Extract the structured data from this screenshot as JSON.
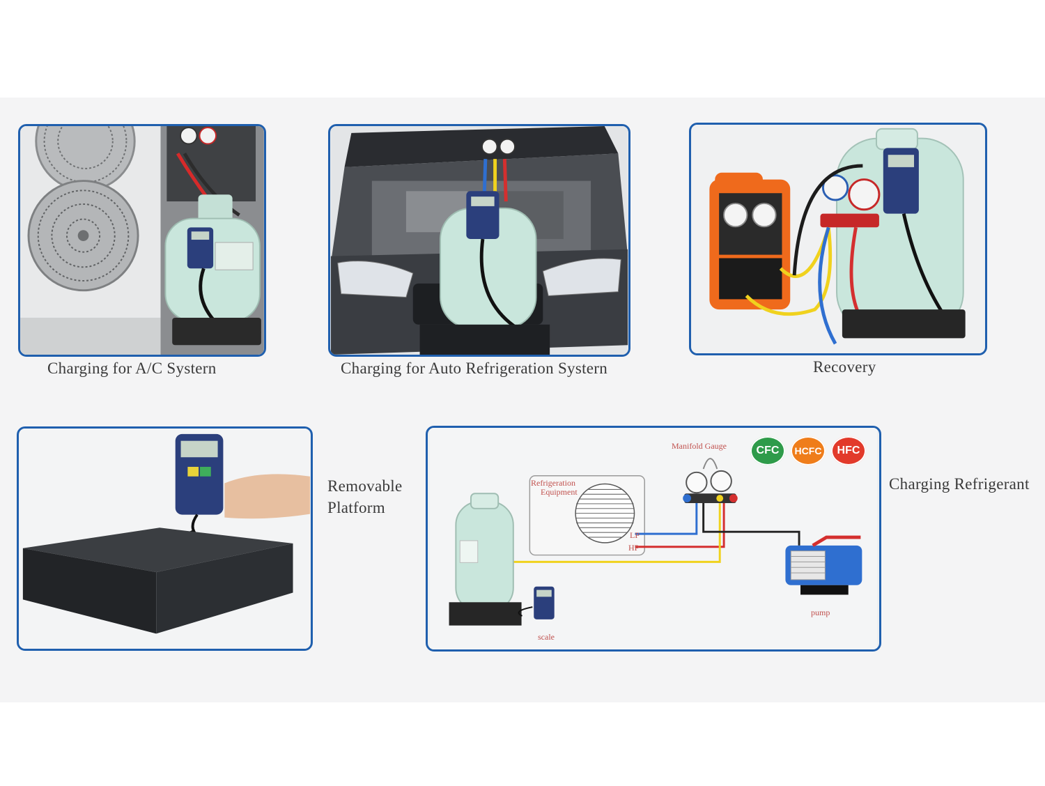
{
  "captions": {
    "ac": "Charging for A/C Systern",
    "auto": "Charging for Auto Refrigeration Systern",
    "recovery": "Recovery",
    "platform_line1": "Removable",
    "platform_line2": "Platform",
    "charging": "Charging Refrigerant"
  },
  "diagram": {
    "manifold_label": "Manifold Gauge",
    "equipment_line1": "Refrigeration",
    "equipment_line2": "Equipment",
    "lp_label": "LP",
    "hp_label": "HP",
    "pump_label": "pump",
    "scale_label": "scale",
    "badges": [
      {
        "label": "CFC",
        "color": "#2e9b4a"
      },
      {
        "label": "HCFC",
        "color": "#ef7d1a"
      },
      {
        "label": "HFC",
        "color": "#e23a2b"
      }
    ]
  },
  "colors": {
    "frame": "#1f5fae",
    "line_blue": "#2f6fd0",
    "line_red": "#d42f2f",
    "line_yellow": "#f0d21e",
    "line_black": "#222222",
    "tank": "#c9e6dc",
    "recovery_unit": "#ef6a1c"
  }
}
